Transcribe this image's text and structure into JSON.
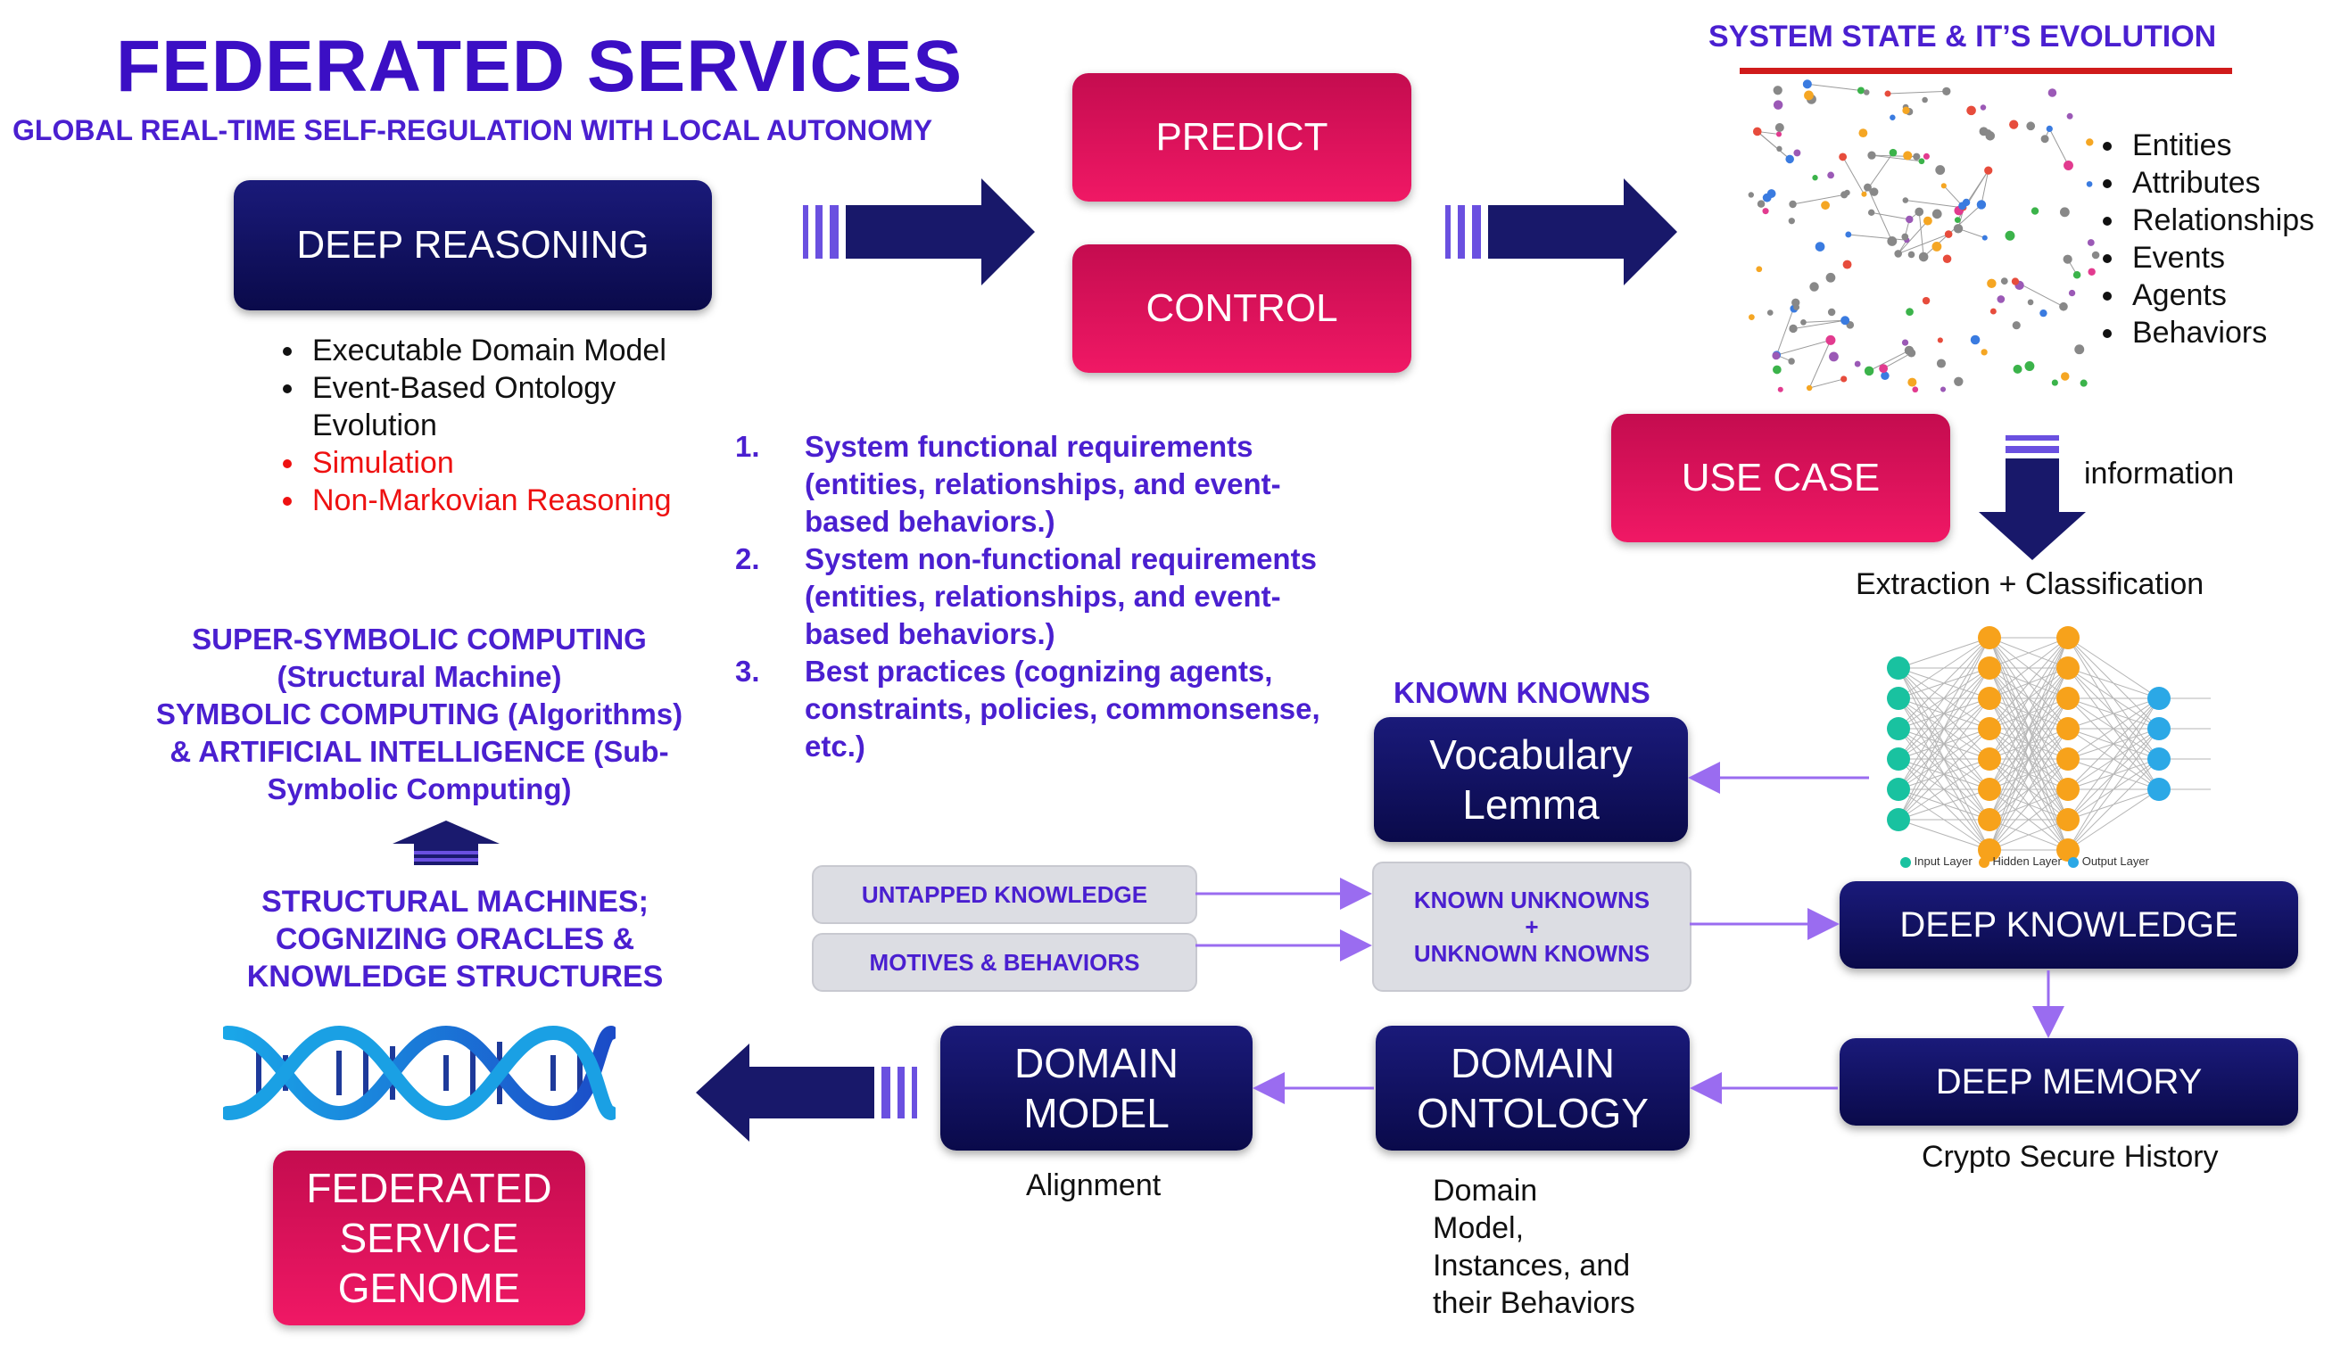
{
  "header": {
    "title": "FEDERATED SERVICES",
    "subtitle": "GLOBAL REAL-TIME SELF-REGULATION WITH LOCAL AUTONOMY"
  },
  "boxes": {
    "deep_reasoning": "DEEP REASONING",
    "predict": "PREDICT",
    "control": "CONTROL",
    "use_case": "USE CASE",
    "vocabulary_lemma": [
      "Vocabulary",
      "Lemma"
    ],
    "known_unknowns": [
      "KNOWN UNKNOWNS",
      "+",
      "UNKNOWN KNOWNS"
    ],
    "untapped_knowledge": "UNTAPPED KNOWLEDGE",
    "motives_behaviors": "MOTIVES & BEHAVIORS",
    "deep_knowledge": "DEEP KNOWLEDGE",
    "deep_memory": "DEEP MEMORY",
    "domain_ontology": [
      "DOMAIN",
      "ONTOLOGY"
    ],
    "domain_model": [
      "DOMAIN",
      "MODEL"
    ],
    "federated_genome": [
      "FEDERATED",
      "SERVICE",
      "GENOME"
    ]
  },
  "deep_reasoning_list": [
    {
      "text": "Executable Domain Model",
      "color": "#111111"
    },
    {
      "text": "Event-Based Ontology Evolution",
      "color": "#111111"
    },
    {
      "text": "Simulation",
      "color": "#ee1111"
    },
    {
      "text": "Non-Markovian Reasoning",
      "color": "#ee1111"
    }
  ],
  "computing": {
    "line1": "SUPER-SYMBOLIC COMPUTING",
    "line2": "(Structural Machine)",
    "line3": "SYMBOLIC COMPUTING (Algorithms)",
    "line4": "& ARTIFICIAL INTELLIGENCE (Sub-",
    "line5": "Symbolic Computing)"
  },
  "structural": {
    "line1": "STRUCTURAL MACHINES;",
    "line2": "COGNIZING ORACLES &",
    "line3": "KNOWLEDGE STRUCTURES"
  },
  "requirements": [
    {
      "num": "1.",
      "text": "System functional requirements (entities, relationships, and event-based behaviors.)"
    },
    {
      "num": "2.",
      "text": "System non-functional requirements (entities, relationships, and event-based behaviors.)"
    },
    {
      "num": "3.",
      "text": "Best practices (cognizing agents, constraints, policies, commonsense, etc.)"
    }
  ],
  "system_state": {
    "title": "SYSTEM STATE & IT’S EVOLUTION",
    "items": [
      "Entities",
      "Attributes",
      "Relationships",
      "Events",
      "Agents",
      "Behaviors"
    ]
  },
  "labels": {
    "information": "information",
    "extraction": "Extraction + Classification",
    "known_knowns": "KNOWN KNOWNS",
    "crypto": "Crypto Secure History",
    "alignment": "Alignment",
    "domain_desc": [
      "Domain",
      "Model,",
      "Instances, and",
      "their Behaviors"
    ]
  },
  "nn_legend": {
    "input": "Input Layer",
    "hidden": "Hidden Layer",
    "output": "Output Layer"
  },
  "colors": {
    "navy": "#0f0f5e",
    "pink": "#e8155f",
    "purple": "#4a1fd0",
    "red_bar": "#d01b1b",
    "arrow_thin": "#9a6cf0",
    "nn_input": "#19c2a0",
    "nn_hidden": "#f7a21b",
    "nn_output": "#2ba8e6"
  }
}
